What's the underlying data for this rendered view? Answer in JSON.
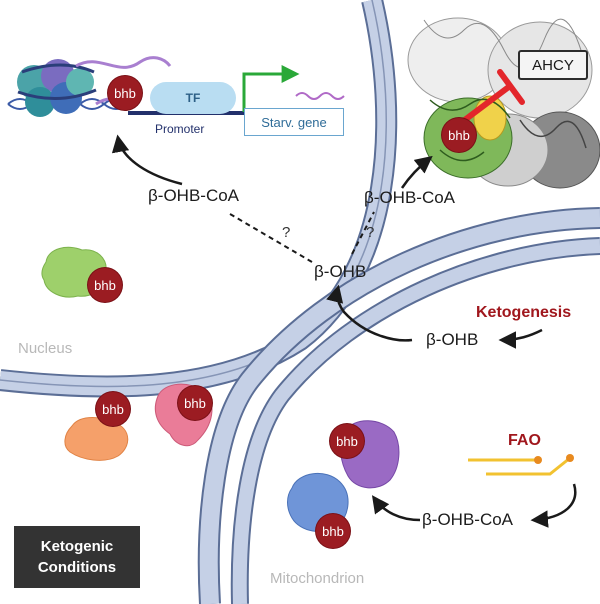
{
  "labels": {
    "nucleus": "Nucleus",
    "mitochondrion": "Mitochondrion",
    "ketogenesis": "Ketogenesis",
    "fao": "FAO",
    "tf": "TF",
    "promoter": "Promoter",
    "starv_gene": "Starv. gene",
    "ahcy": "AHCY",
    "bhb": "bhb",
    "bohb_coa_nucleus": "β-OHB-CoA",
    "bohb_coa_ahcy": "β-OHB-CoA",
    "bohb_center": "β-OHB",
    "bohb_mito": "β-OHB",
    "bohb_coa_mito": "β-OHB-CoA",
    "question_left": "?",
    "question_right": "?",
    "condition_line1": "Ketogenic",
    "condition_line2": "Conditions"
  },
  "colors": {
    "membrane": "#c5d0e6",
    "membrane_edge": "#5b6e96",
    "bhb_badge": "#9b1c22",
    "inhibition": "#e3262b",
    "gene_arrow": "#2aa838",
    "ketogenesis_text": "#a0171d",
    "fao_text": "#a0171d",
    "fatty_acid": "#f2c230",
    "condition_box": "#333333"
  },
  "icons": [
    "nucleosome-icon",
    "histone-tail-icon",
    "dna-strand-icon",
    "mrna-icon",
    "protein-blob-icon",
    "ahcy-structure-icon",
    "fatty-acid-icon",
    "inhibition-bar-icon"
  ]
}
